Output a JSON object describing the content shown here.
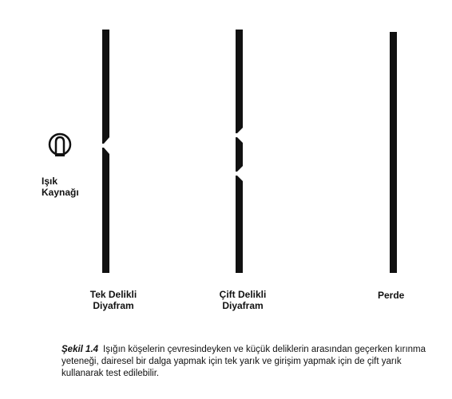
{
  "light_source": {
    "label_line1": "Işık",
    "label_line2": "Kaynağı",
    "icon": "light-bulb-icon"
  },
  "single_slit": {
    "label_line1": "Tek Delikli",
    "label_line2": "Diyafram"
  },
  "double_slit": {
    "label_line1": "Çift Delikli",
    "label_line2": "Diyafram"
  },
  "screen": {
    "label": "Perde"
  },
  "caption": {
    "figure_number": "Şekil 1.4",
    "text": "Işığın köşelerin çevresindeyken ve küçük deliklerin arasından geçerken kırınma yeteneği, dairesel bir dalga yapmak için tek yarık ve girişim yapmak için de çift yarık kullanarak test edilebilir."
  },
  "colors": {
    "ink": "#111111",
    "background": "#ffffff"
  }
}
